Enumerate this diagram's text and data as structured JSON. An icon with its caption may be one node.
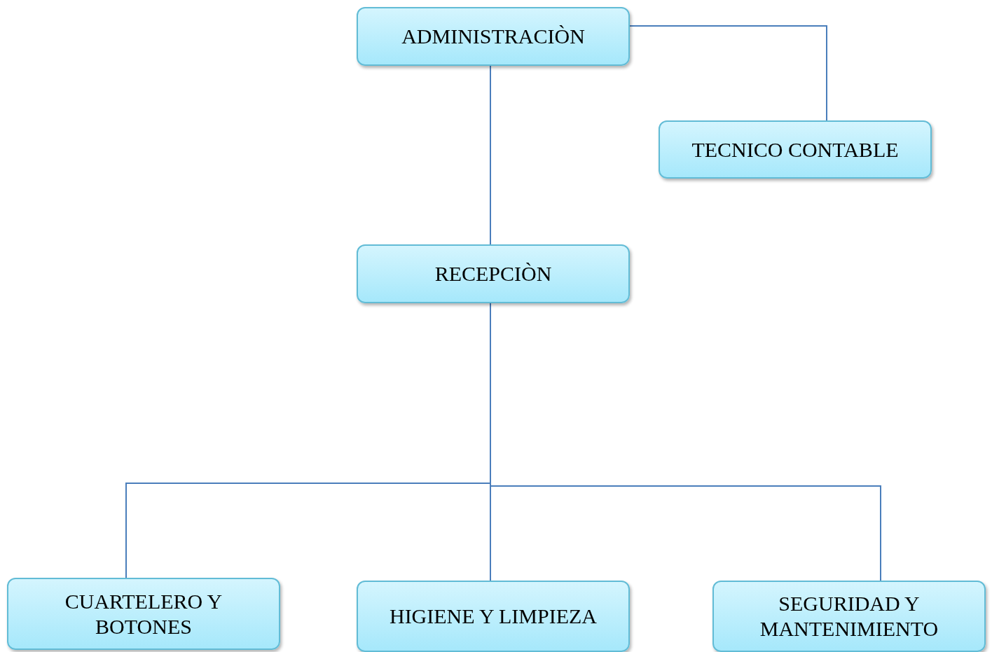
{
  "diagram": {
    "nodes": [
      {
        "text": [
          "ADMINISTRACIÒN"
        ]
      },
      {
        "text": [
          "TECNICO CONTABLE"
        ]
      },
      {
        "text": [
          "RECEPCIÒN"
        ]
      },
      {
        "text": [
          "CUARTELERO Y BOTONES"
        ]
      },
      {
        "text": [
          "HIGIENE Y LIMPIEZA"
        ]
      },
      {
        "text": [
          "SEGURIDAD Y MANTENIMIENTO"
        ]
      }
    ],
    "edges": [
      {
        "from": 0,
        "to": 1,
        "arrow": "none"
      },
      {
        "from": 0,
        "to": 2,
        "arrow": "none"
      },
      {
        "from": 2,
        "to": 3,
        "arrow": "none"
      },
      {
        "from": 2,
        "to": 4,
        "arrow": "none"
      },
      {
        "from": 2,
        "to": 5,
        "arrow": "none"
      }
    ]
  }
}
